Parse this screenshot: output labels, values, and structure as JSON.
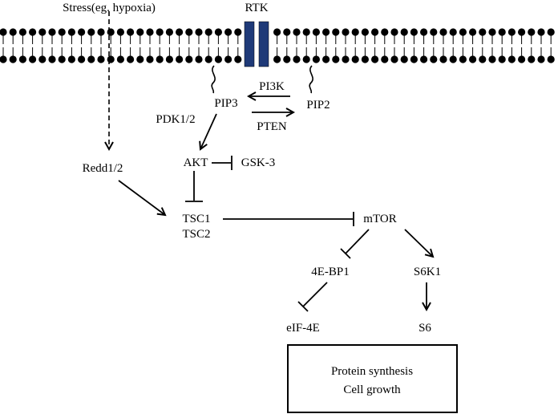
{
  "labels": {
    "stress": "Stress(eg. hypoxia)",
    "rtk": "RTK",
    "pi3k": "PI3K",
    "pip3": "PIP3",
    "pip2": "PIP2",
    "pdk": "PDK1/2",
    "pten": "PTEN",
    "redd": "Redd1/2",
    "akt": "AKT",
    "gsk3": "GSK-3",
    "tsc1": "TSC1",
    "tsc2": "TSC2",
    "mtor": "mTOR",
    "bp1": "4E-BP1",
    "s6k1": "S6K1",
    "eif4e": "eIF-4E",
    "s6": "S6"
  },
  "outcome_box": {
    "line1": "Protein synthesis",
    "line2": "Cell growth"
  },
  "colors": {
    "receptor": "#1f3a78",
    "ink": "#000000"
  }
}
